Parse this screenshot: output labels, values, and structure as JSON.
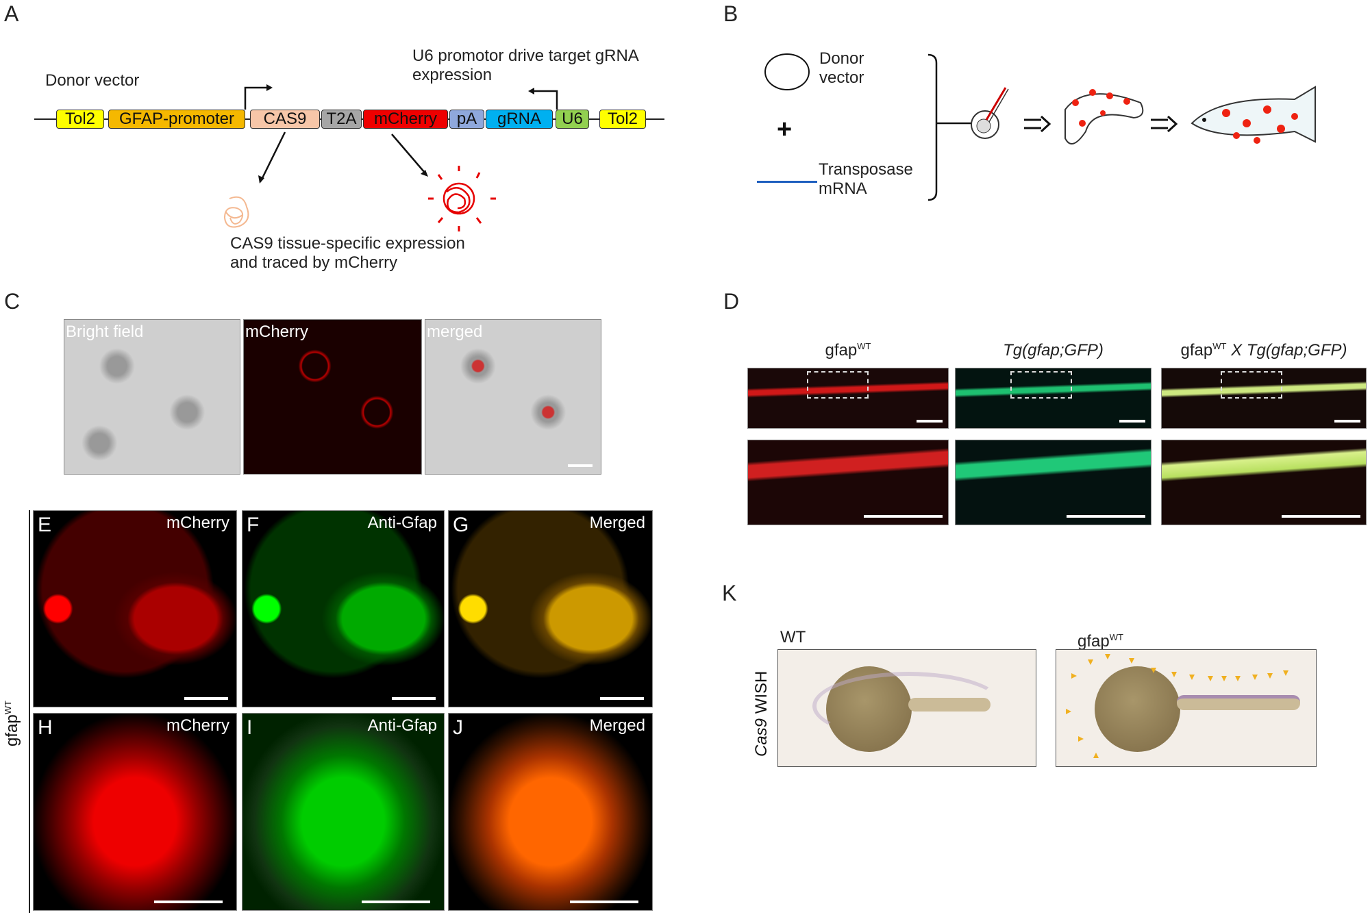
{
  "panels": {
    "A": "A",
    "B": "B",
    "C": "C",
    "D": "D",
    "E": "E",
    "F": "F",
    "G": "G",
    "H": "H",
    "I": "I",
    "J": "J",
    "K": "K"
  },
  "panel_a": {
    "title": "Donor vector",
    "u6_note": "U6 promotor drive target gRNA expression",
    "segments": [
      "Tol2",
      "GFAP-promoter",
      "CAS9",
      "T2A",
      "mCherry",
      "pA",
      "gRNA",
      "U6",
      "Tol2"
    ],
    "caption_line1": "CAS9 tissue-specific expression",
    "caption_line2": "and traced by mCherry"
  },
  "panel_b": {
    "donor": "Donor vector",
    "plus": "+",
    "transposase": "Transposase mRNA"
  },
  "panel_c": {
    "labels": [
      "Bright field",
      "mCherry",
      "merged"
    ]
  },
  "panel_d": {
    "titles": [
      {
        "base": "gfap",
        "sup": "WT",
        "rest": ""
      },
      {
        "base": "",
        "sup": "",
        "rest": "Tg(gfap;GFP)"
      },
      {
        "base": "gfap",
        "sup": "WT",
        "rest": " X Tg(gfap;GFP)"
      }
    ]
  },
  "panel_ej": {
    "row_label": "gfap",
    "row_label_sup": "WT",
    "labels": [
      "mCherry",
      "Anti-Gfap",
      "Merged",
      "mCherry",
      "Anti-Gfap",
      "Merged"
    ]
  },
  "panel_k": {
    "side_label_italic": "Cas9",
    "side_label": " WISH",
    "wt": "WT",
    "mut": "gfap",
    "mut_sup": "WT"
  },
  "colors": {
    "tol2": "#ffff00",
    "gfap": "#f5b800",
    "cas9": "#f7c6a8",
    "t2a": "#a6a6a6",
    "mcherry": "#ee0000",
    "pa": "#8fa8dc",
    "grna": "#00b0f0",
    "u6": "#92d050",
    "arrow": "#f5b800",
    "blue": "#1f5fbf"
  }
}
